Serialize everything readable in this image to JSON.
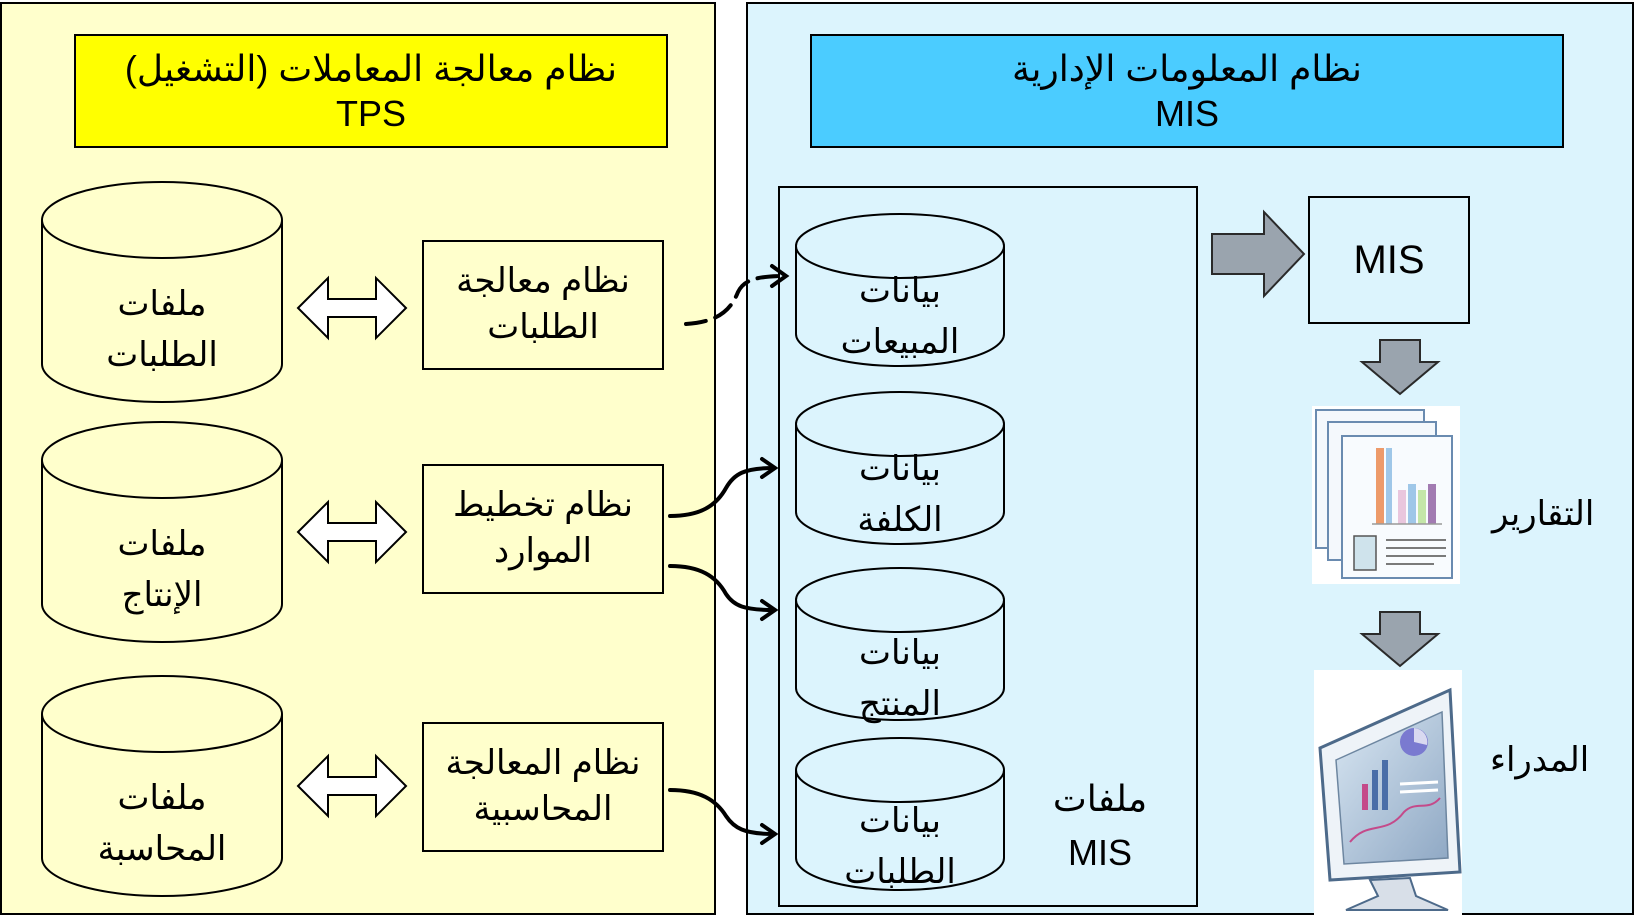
{
  "tps": {
    "title_ar": "نظام معالجة المعاملات (التشغيل)",
    "title_en": "TPS",
    "files": [
      {
        "line1": "ملفات",
        "line2": "الطلبات"
      },
      {
        "line1": "ملفات",
        "line2": "الإنتاج"
      },
      {
        "line1": "ملفات",
        "line2": "المحاسبة"
      }
    ],
    "systems": [
      {
        "line1": "نظام معالجة",
        "line2": "الطلبات"
      },
      {
        "line1": "نظام تخطيط",
        "line2": "الموارد"
      },
      {
        "line1": "نظام المعالجة",
        "line2": "المحاسبية"
      }
    ]
  },
  "mis": {
    "title_ar": "نظام المعلومات الإدارية",
    "title_en": "MIS",
    "data_files": [
      {
        "line1": "بيانات",
        "line2": "المبيعات"
      },
      {
        "line1": "بيانات",
        "line2": "الكلفة"
      },
      {
        "line1": "بيانات",
        "line2": "المنتج"
      },
      {
        "line1": "بيانات",
        "line2": "الطلبات"
      }
    ],
    "files_label_line1": "ملفات",
    "files_label_line2": "MIS",
    "system_label": "MIS",
    "reports_label": "التقارير",
    "managers_label": "المدراء"
  },
  "colors": {
    "tps_background": "#ffffcc",
    "tps_title": "#ffff00",
    "mis_background": "#dcf4fd",
    "mis_title": "#4bccff",
    "arrow_gray": "#9aa4ae"
  },
  "icons": {
    "reports": "reports-document-icon",
    "managers": "monitor-chart-icon"
  }
}
